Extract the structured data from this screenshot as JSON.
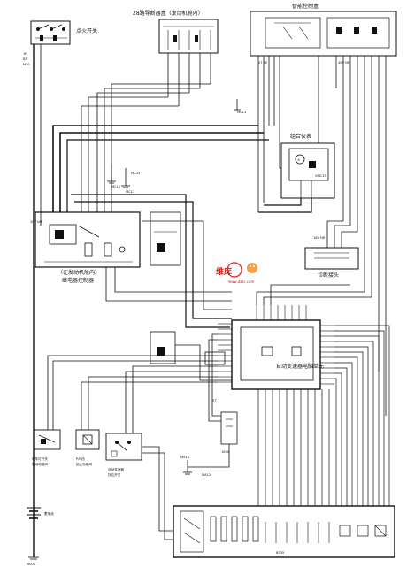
{
  "labels": {
    "ignition_switch": "点火开关",
    "bsi": "智能控制盒",
    "ecu_connector": "28路导断器盒（发动机舱内）",
    "instrument_cluster": "组合仪表",
    "diagnostic_socket": "诊断接头",
    "engine_relay_box_line1": "（在发动机舱内）",
    "engine_relay_box_line2": "继电器控制器",
    "bcm": "自动变速器电脑单元",
    "brake_switch_line1": "刹车灯开关",
    "brake_switch_line2": "制动电磁阀",
    "shift_lock_line1": "P/N挡",
    "shift_lock_line2": "锁止电磁阀",
    "gear_selector_line1": "自动变速器",
    "gear_selector_line2": "挡位开关",
    "battery": "蓄电池",
    "connector_1646": "1646",
    "gearbox_block": "B535"
  },
  "watermark": {
    "brand": "维库",
    "url": "www.dzsc.com"
  },
  "grounds": [
    "M000",
    "MC11",
    "MC12",
    "MC33",
    "MC13",
    "MA11",
    "MA12"
  ],
  "colors": {
    "line": "#111111",
    "background": "#ffffff",
    "watermark_red": "#d9201a",
    "watermark_orange": "#f08a1c"
  }
}
